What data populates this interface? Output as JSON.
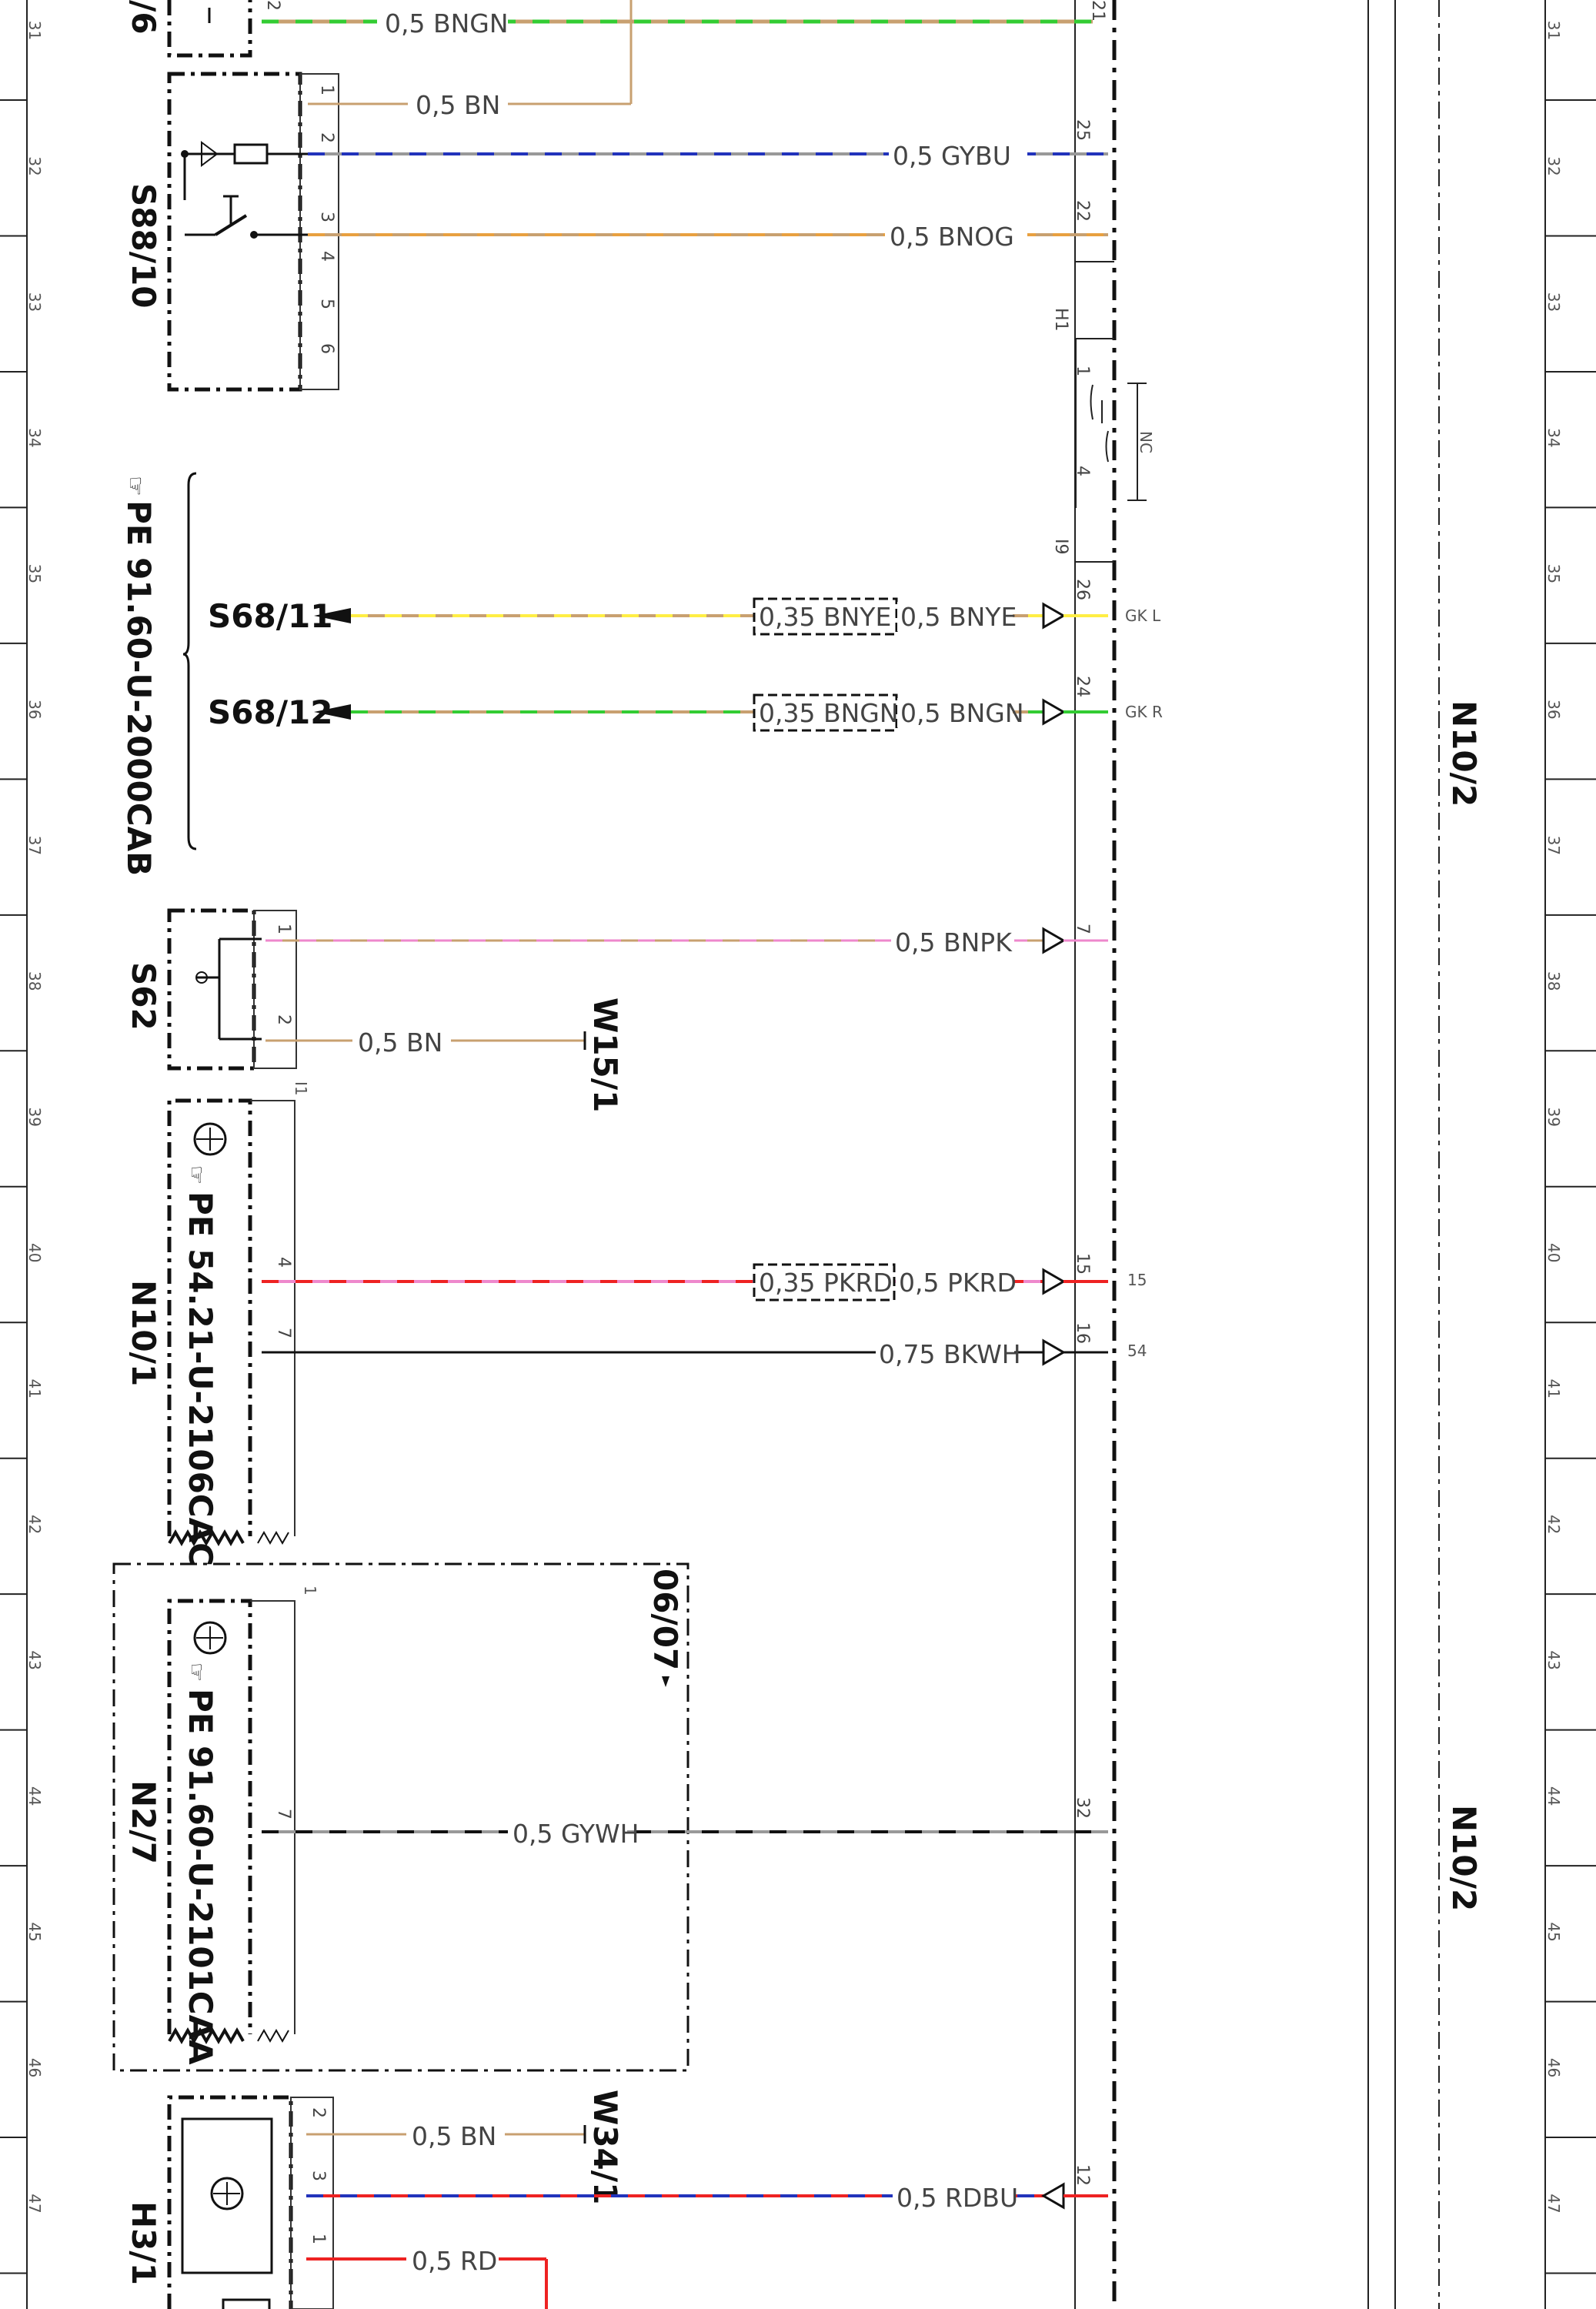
{
  "grid_rows": [
    "31",
    "32",
    "33",
    "34",
    "35",
    "36",
    "37",
    "38",
    "39",
    "40",
    "41",
    "42",
    "43",
    "44",
    "45",
    "46",
    "47"
  ],
  "components": {
    "s88_10": "S88/10",
    "s62": "S62",
    "n10_1": "N10/1",
    "n2_7": "N2/7",
    "h3_1": "H3/1",
    "n10_2_a": "N10/2",
    "n10_2_b": "N10/2",
    "top_cut": "/6",
    "top_cut_pin": "1"
  },
  "references": {
    "pe_cab": "PE 91.60-U-2000CAB",
    "pe_2106": "PE 54.21-U-2106CAC",
    "pe_2101": "PE 91.60-U-2101CAA",
    "s68_11": "S68/11",
    "s68_12": "S68/12",
    "w15_1": "W15/1",
    "w34_1": "W34/1",
    "validity": "06/07"
  },
  "connectors": {
    "h1": "H1",
    "i9": "I9",
    "i1": "I1",
    "nc": "NC",
    "gk_l": "GK L",
    "gk_r": "GK R",
    "t15": "15",
    "t54": "54"
  },
  "wires": {
    "w1": "0,5 BNGN",
    "w2": "0,5 BN",
    "w3": "0,5 GYBU",
    "w4": "0,5 BNOG",
    "w5a": "0,35 BNYE",
    "w5b": "0,5 BNYE",
    "w6a": "0,35 BNGN",
    "w6b": "0,5 BNGN",
    "w7": "0,5 BNPK",
    "w8": "0,5 BN",
    "w9a": "0,35 PKRD",
    "w9b": "0,5 PKRD",
    "w10": "0,75 BKWH",
    "w11": "0,5 GYWH",
    "w12": "0,5 BN",
    "w13": "0,5 RDBU",
    "w14": "0,5 RD"
  },
  "pins": {
    "s88_1": "1",
    "s88_2": "2",
    "s88_3": "3",
    "s88_4": "4",
    "s88_5": "5",
    "s88_6": "6",
    "top_2": "2",
    "top_21": "21",
    "n_25": "25",
    "n_22": "22",
    "h1_1": "1",
    "h1_4": "4",
    "n_26": "26",
    "n_24": "24",
    "n_7": "7",
    "n_15": "15",
    "n_16": "16",
    "n_32": "32",
    "n_12": "12",
    "s62_1": "1",
    "s62_2": "2",
    "n10_1_4": "4",
    "n10_1_7": "7",
    "n2_7_1": "1",
    "n2_7_7": "7",
    "h3_2": "2",
    "h3_3": "3",
    "h3_1p": "1"
  },
  "colors": {
    "brown": "#c8a070",
    "green": "#33cc33",
    "blue": "#2233bb",
    "orange": "#e8a040",
    "yellow": "#ffee44",
    "pink": "#ee88cc",
    "red": "#ee2222",
    "black": "#111111",
    "gray": "#999999"
  }
}
